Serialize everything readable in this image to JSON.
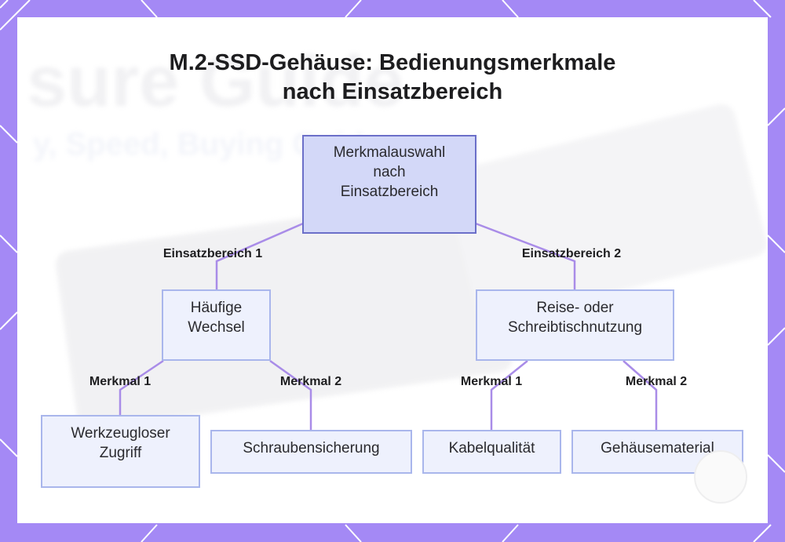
{
  "title": {
    "line1": "M.2-SSD-Gehäuse: Bedienungsmerkmale",
    "line2": "nach Einsatzbereich"
  },
  "background_text": {
    "big": "sure Guide",
    "sub": "y, Speed, Buying Guide"
  },
  "nodes": {
    "root": {
      "lines": [
        "Merkmalauswahl",
        "nach",
        "Einsatzbereich"
      ]
    },
    "area1": {
      "lines": [
        "Häufige",
        "Wechsel"
      ]
    },
    "area2": {
      "lines": [
        "Reise- oder",
        "Schreibtischnutzung"
      ]
    },
    "leaf1": {
      "lines": [
        "Werkzeugloser",
        "Zugriff"
      ]
    },
    "leaf2": {
      "lines": [
        "Schraubensicherung"
      ]
    },
    "leaf3": {
      "lines": [
        "Kabelqualität"
      ]
    },
    "leaf4": {
      "lines": [
        "Gehäusematerial"
      ]
    }
  },
  "edge_labels": {
    "area1": "Einsatzbereich 1",
    "area2": "Einsatzbereich 2",
    "leaf1": "Merkmal 1",
    "leaf2": "Merkmal 2",
    "leaf3": "Merkmal 1",
    "leaf4": "Merkmal 2"
  },
  "colors": {
    "frame": "#a489f5",
    "edge": "#a98ce8",
    "root_fill": "#d3d8f8",
    "node_fill": "#eef1fd",
    "node_border": "#a9b6ec"
  }
}
